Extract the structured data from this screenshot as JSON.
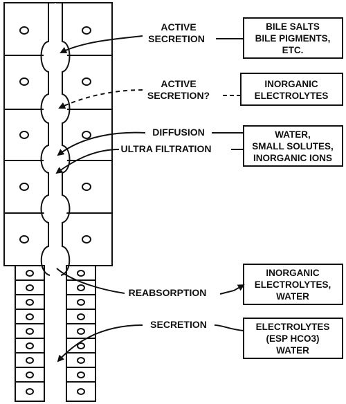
{
  "diagram": {
    "labels": {
      "active_secretion_1": [
        "ACTIVE",
        "SECRETION"
      ],
      "active_secretion_2": [
        "ACTIVE",
        "SECRETION?"
      ],
      "diffusion": "DIFFUSION",
      "ultra_filtration": "ULTRA FILTRATION",
      "reabsorption": "REABSORPTION",
      "secretion": "SECRETION"
    },
    "boxes": {
      "bile": [
        "BILE SALTS",
        "BILE PIGMENTS,",
        "ETC."
      ],
      "inorganic_electrolytes": [
        "INORGANIC",
        "ELECTROLYTES"
      ],
      "water_solutes": [
        "WATER,",
        "SMALL SOLUTES,",
        "INORGANIC IONS"
      ],
      "reabsorbed": [
        "INORGANIC",
        "ELECTROLYTES,",
        "WATER"
      ],
      "secreted": [
        "ELECTROLYTES",
        "(ESP HCO3)",
        "WATER"
      ]
    },
    "colors": {
      "ink": "#111111",
      "paper": "#ffffff"
    }
  }
}
